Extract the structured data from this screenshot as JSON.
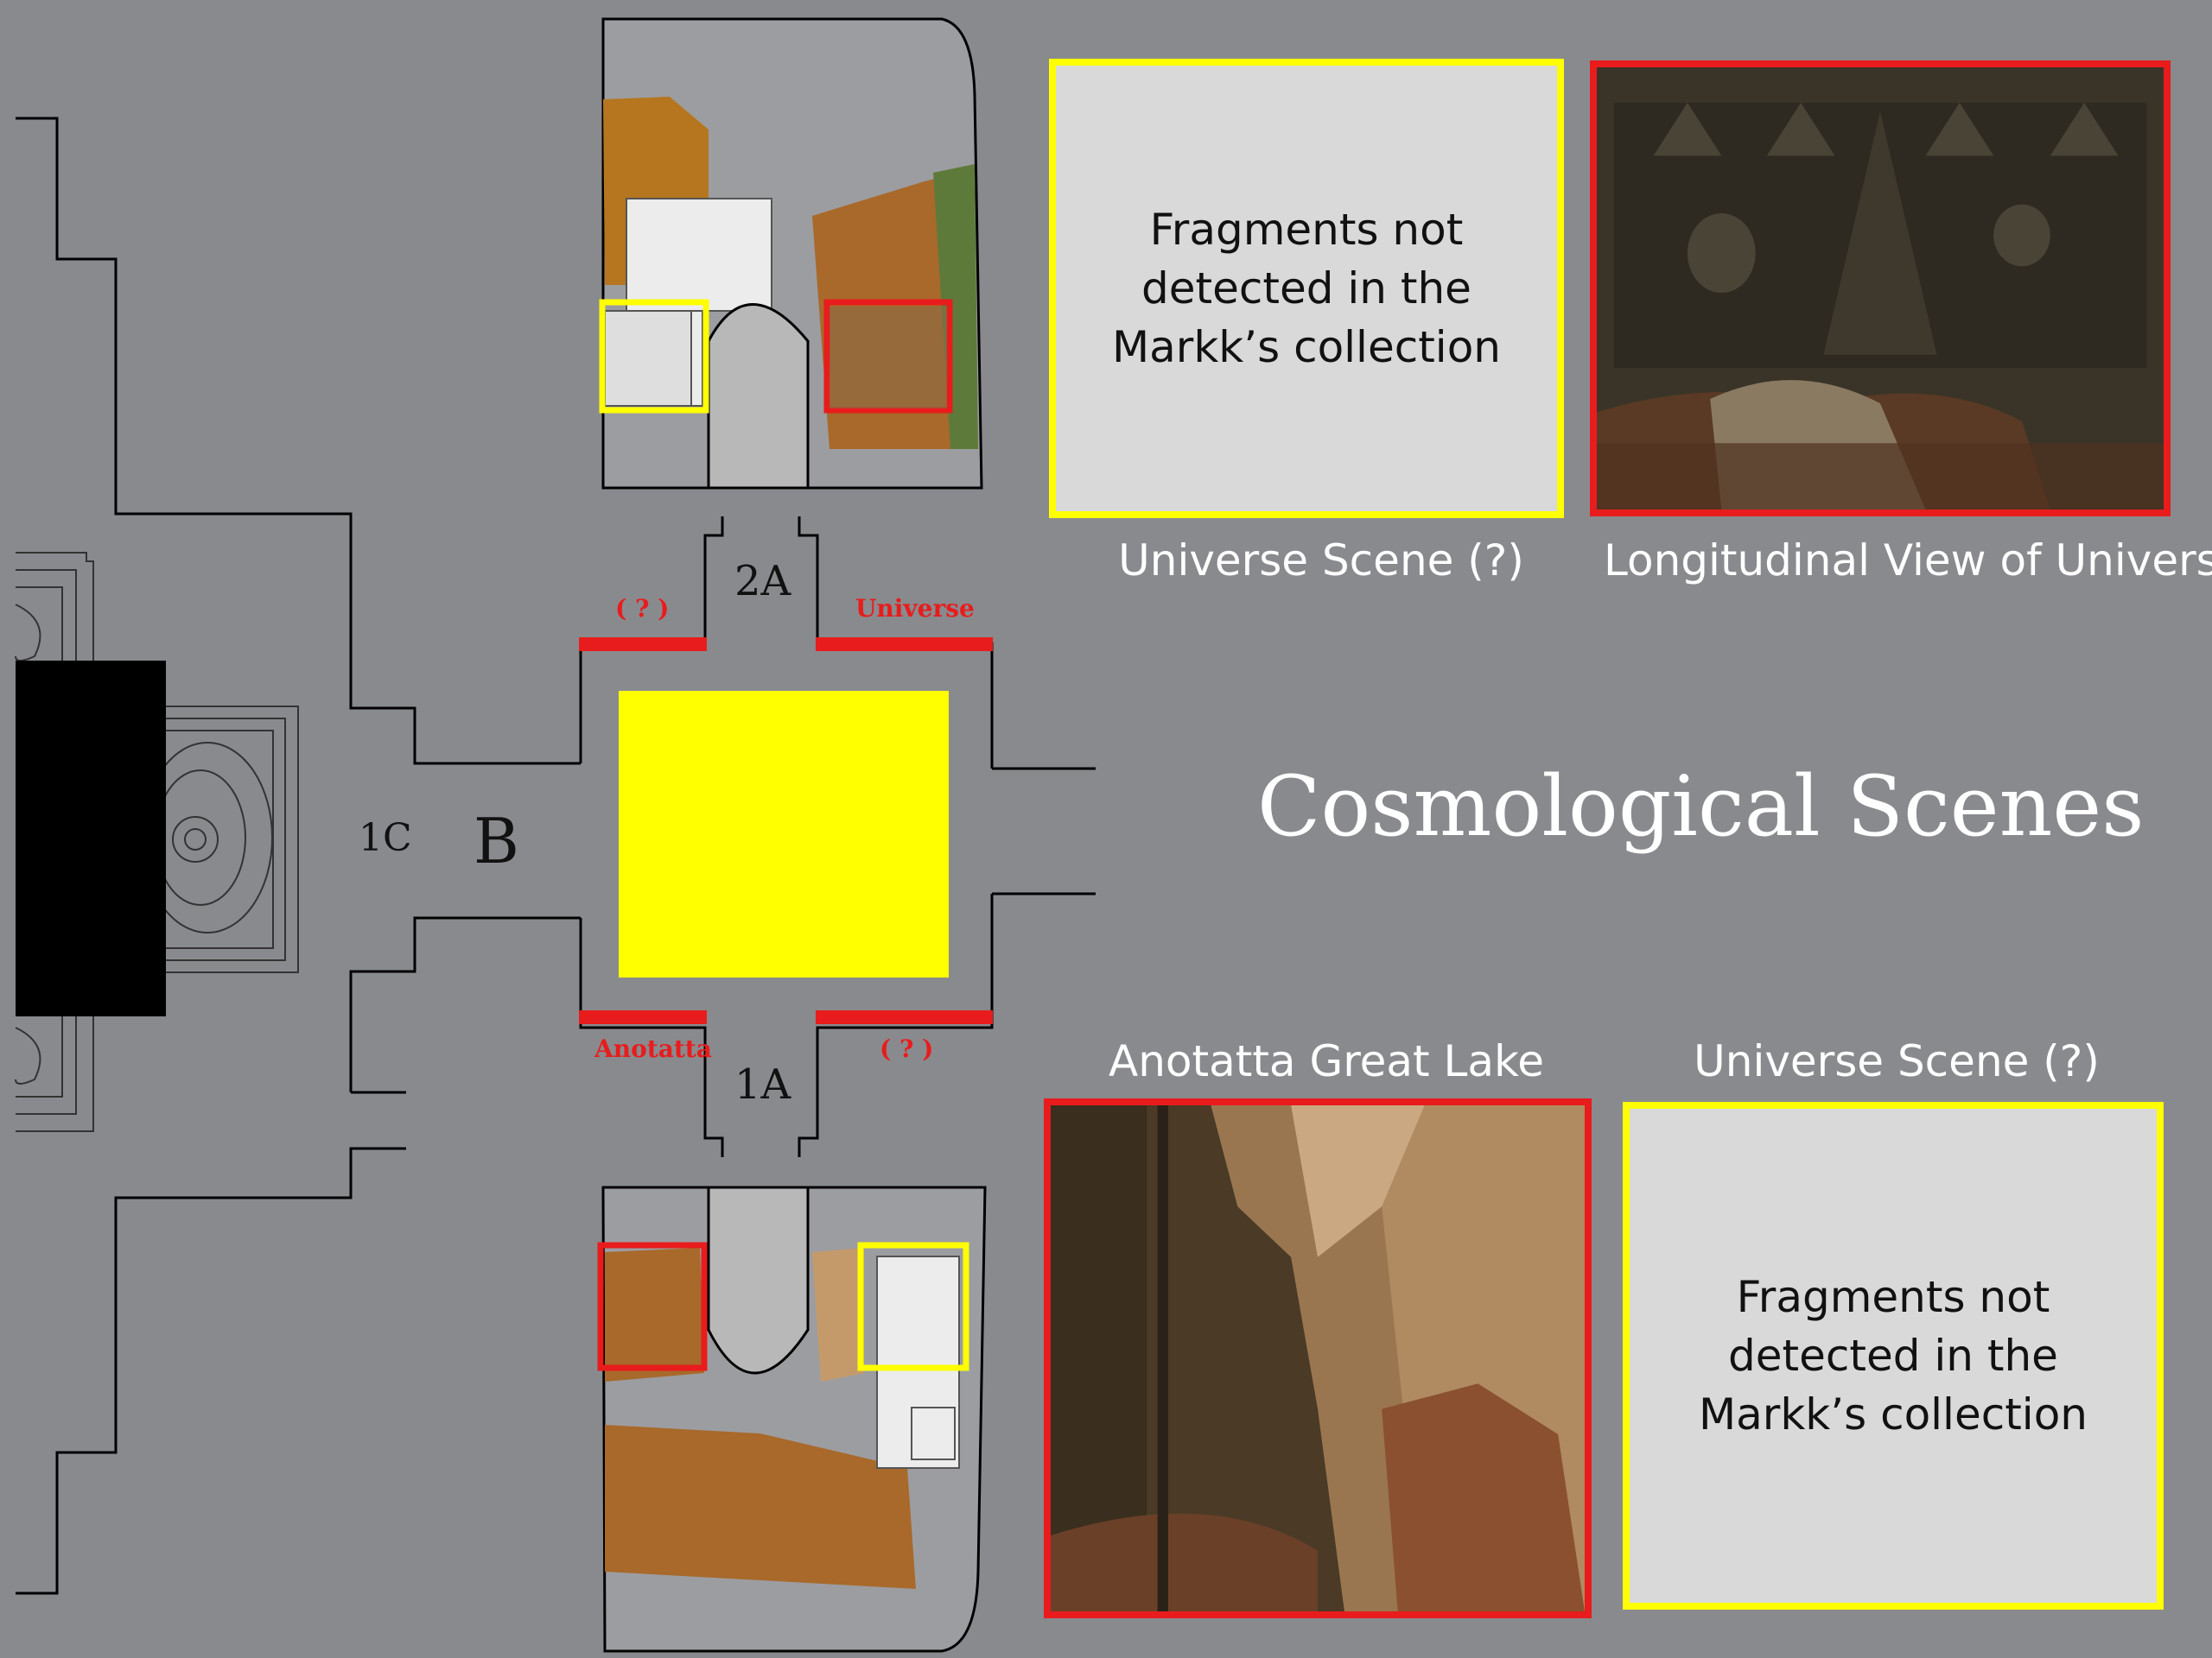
{
  "colors": {
    "background": "#898a8e",
    "yellow": "#ffff00",
    "red": "#e81c1c",
    "placeholder_fill": "#d9d9d9"
  },
  "title": "Cosmological Scenes",
  "panels": {
    "top_left": {
      "text": "Fragments not\ndetected in the\nMarkk’s collection",
      "caption": "Universe Scene (?)",
      "border": "yellow"
    },
    "top_right": {
      "caption": "Longitudinal View of Universe",
      "border": "red",
      "photo": "mural-fragment-photo"
    },
    "bottom_left": {
      "caption": "Anotatta Great Lake",
      "border": "red",
      "photo": "mural-fragment-photo"
    },
    "bottom_right": {
      "text": "Fragments not\ndetected in the\nMarkk’s collection",
      "caption": "Universe Scene (?)",
      "border": "yellow"
    }
  },
  "plan": {
    "room_labels": {
      "r2a": "2A",
      "r1a": "1A",
      "r1c": "1C",
      "rb": "B"
    },
    "wall_labels": {
      "top_left": "( ? )",
      "top_right": "Universe",
      "bottom_left": "Anotatta",
      "bottom_right": "( ? )"
    }
  }
}
